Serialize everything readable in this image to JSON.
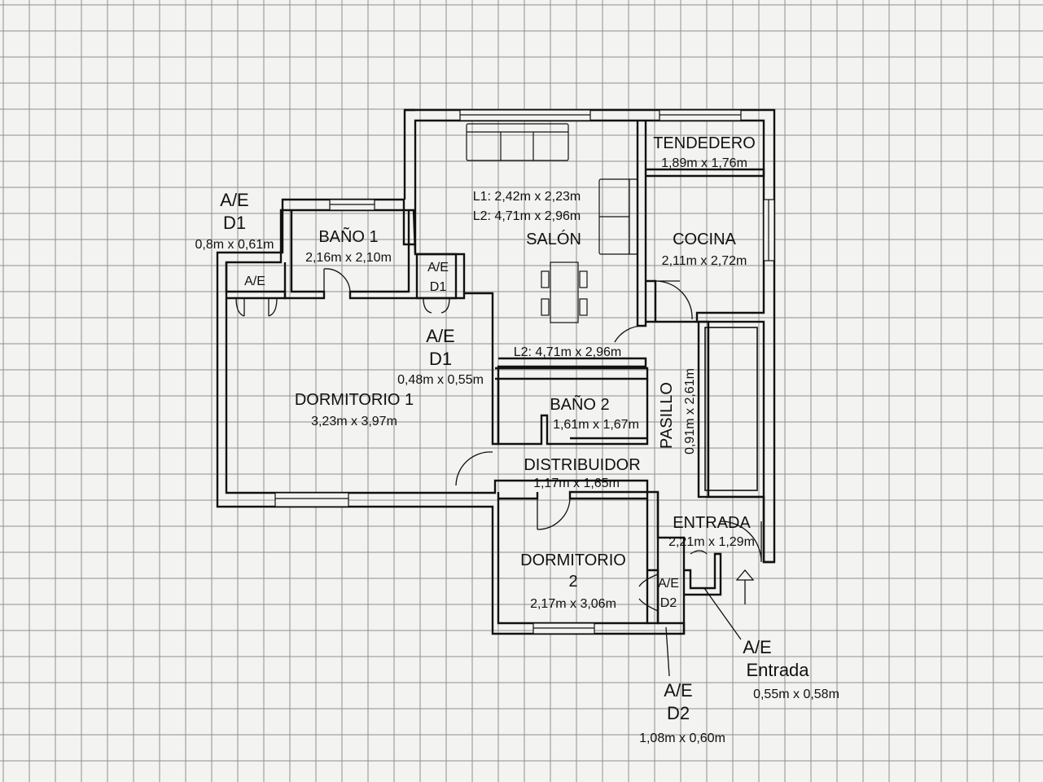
{
  "colors": {
    "paper": "#f3f3f1",
    "grid": "#8f8f8f",
    "wall": "#111111"
  },
  "rooms": {
    "tendedero": {
      "name": "TENDEDERO",
      "dims": "1,89m x 1,76m"
    },
    "salon": {
      "name": "SALÓN",
      "l1": "L1: 2,42m x 2,23m",
      "l2": "L2: 4,71m x 2,96m",
      "l2_lower": "L2: 4,71m x 2,96m"
    },
    "cocina": {
      "name": "COCINA",
      "dims": "2,11m x 2,72m"
    },
    "bano1": {
      "name": "BAÑO 1",
      "dims": "2,16m x 2,10m"
    },
    "bano2": {
      "name": "BAÑO 2",
      "dims": "1,61m x 1,67m"
    },
    "dormitorio1": {
      "name": "DORMITORIO 1",
      "dims": "3,23m x 3,97m"
    },
    "dormitorio2": {
      "name_line1": "DORMITORIO",
      "name_line2": "2",
      "dims": "2,17m x 3,06m"
    },
    "distribuidor": {
      "name": "DISTRIBUIDOR",
      "dims": "1,17m x 1,65m"
    },
    "pasillo": {
      "name": "PASILLO",
      "dims": "0,91m x 2,61m"
    },
    "entrada": {
      "name": "ENTRADA",
      "dims": "2,21m x 1,29m"
    }
  },
  "closets": {
    "ae_d1_left": {
      "tag": "A/E",
      "tag_above_1": "A/E",
      "tag_above_2": "D1",
      "dims": "0,8m x 0,61m"
    },
    "ae_d1_mid": {
      "tag_1": "A/E",
      "tag_2": "D1",
      "below_1": "A/E",
      "below_2": "D1",
      "dims": "0,48m x 0,55m"
    },
    "ae_d2": {
      "tag_1": "A/E",
      "tag_2": "D2",
      "below_1": "A/E",
      "below_2": "D2",
      "dims": "1,08m x 0,60m"
    },
    "ae_entrada": {
      "tag_1": "A/E",
      "tag_2": "Entrada",
      "dims": "0,55m x 0,58m"
    }
  }
}
